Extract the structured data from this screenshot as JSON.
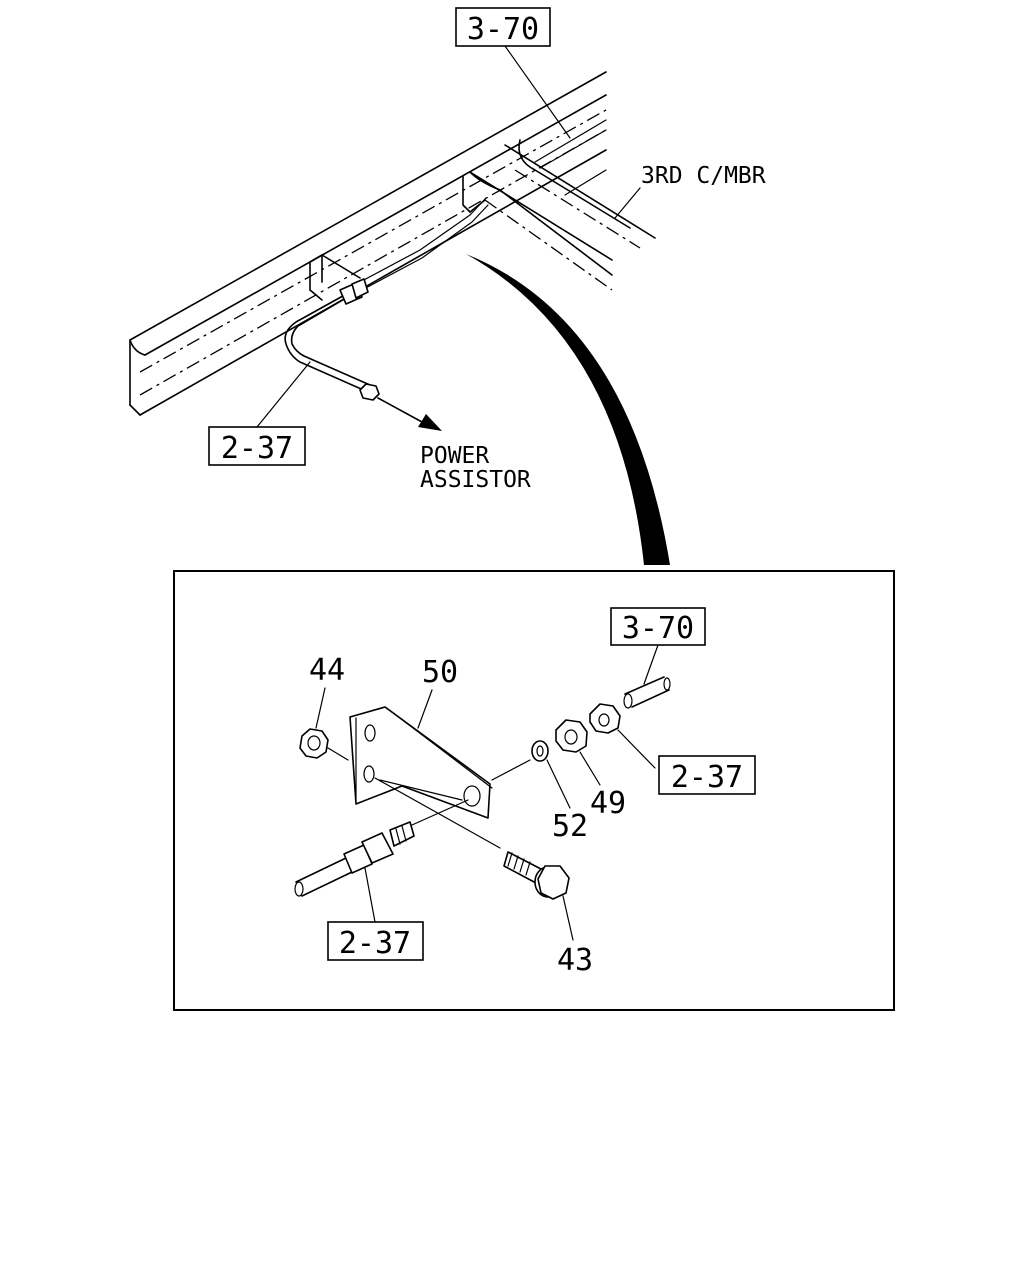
{
  "callouts": {
    "top_ref_3_70": "3-70",
    "top_ref_2_37": "2-37",
    "inset_ref_3_70": "3-70",
    "inset_ref_2_37_right": "2-37",
    "inset_ref_2_37_bottom": "2-37"
  },
  "labels": {
    "crossmember": "3RD C/MBR",
    "power_line1": "POWER",
    "power_line2": "ASSISTOR"
  },
  "part_numbers": {
    "p44": "44",
    "p50": "50",
    "p52": "52",
    "p49": "49",
    "p43": "43"
  }
}
